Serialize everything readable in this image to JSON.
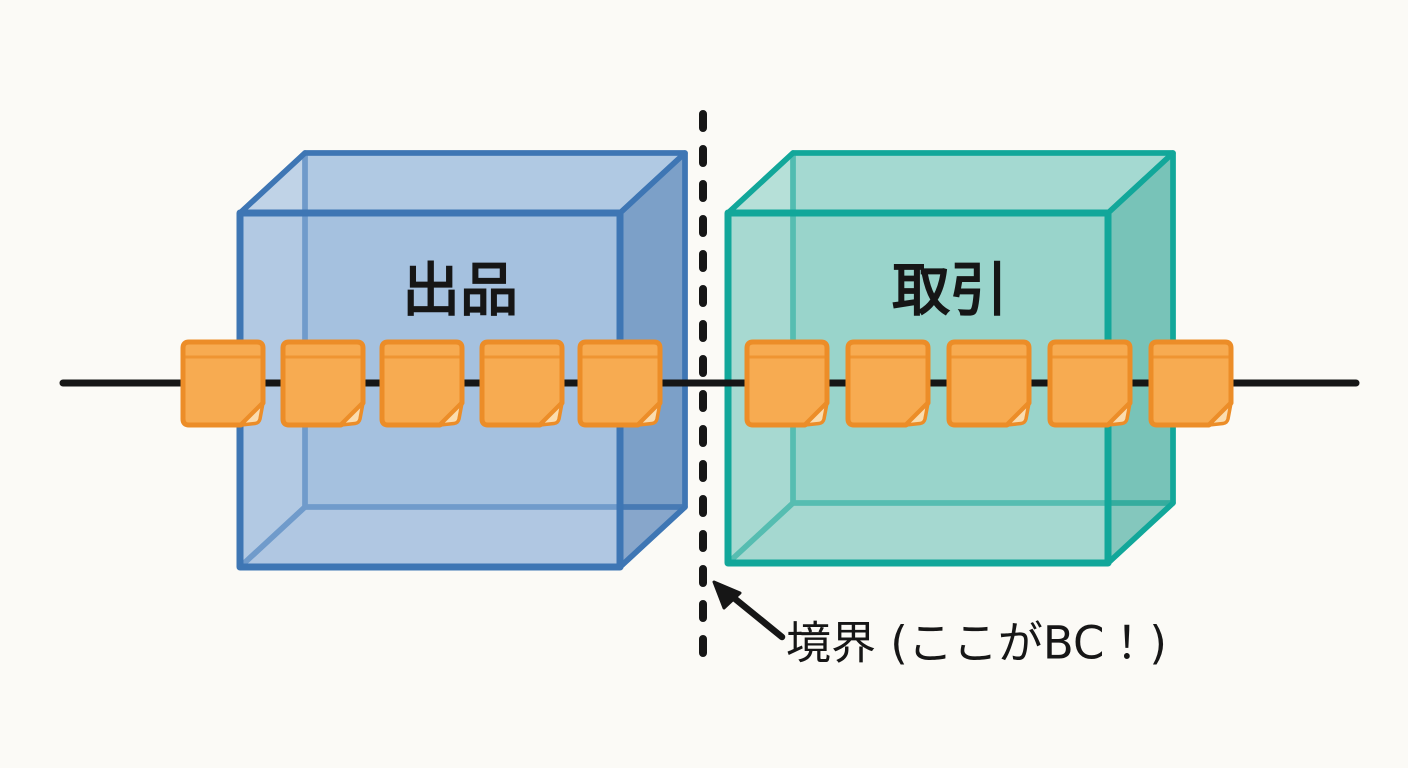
{
  "diagram_title": "",
  "left_box": {
    "label": "出品",
    "document_count": 5
  },
  "right_box": {
    "label": "取引",
    "document_count": 5
  },
  "boundary": {
    "label": "境界 (ここがBC！)"
  },
  "icons": {
    "event_document": "document-note-with-folded-corner-icon",
    "boundary_pointer": "arrow-up-left-icon"
  },
  "colors": {
    "background": "#FBFAF6",
    "listing_box_fill": "#92B4DA",
    "listing_box_top": "#9FBEE0",
    "listing_box_side": "#4F7DB4",
    "listing_box_stroke": "#3E76B4",
    "transaction_box_fill": "#83CCC2",
    "transaction_box_top": "#8FD2C8",
    "transaction_box_side": "#4DAFA1",
    "transaction_box_stroke": "#12A79A",
    "document_fill": "#F7AB51",
    "document_stroke": "#EC8D28",
    "document_fold_fill": "#FBDCAE",
    "line": "#161616",
    "text": "#161616"
  }
}
